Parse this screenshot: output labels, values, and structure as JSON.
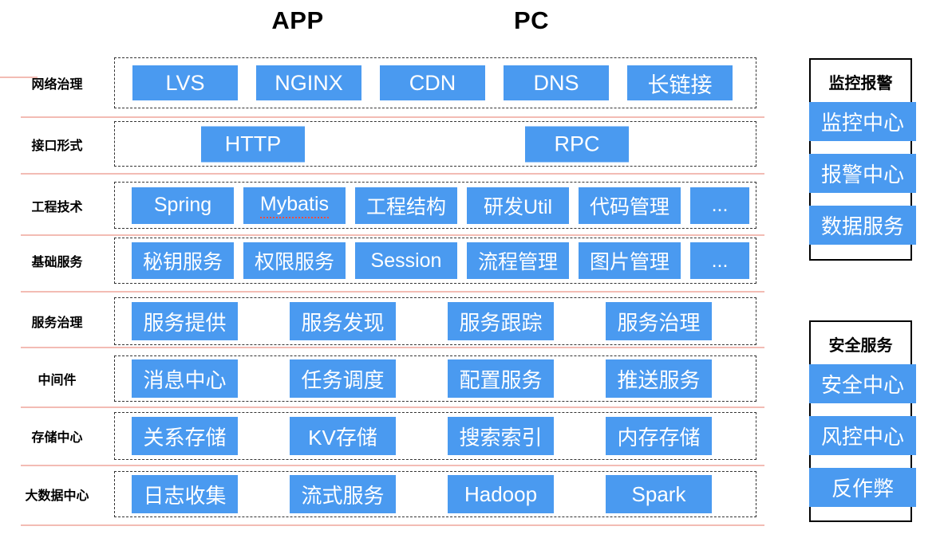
{
  "header": {
    "clients": [
      "APP",
      "PC"
    ]
  },
  "colors": {
    "chip_blue": "#4A9AF0",
    "separator_pink": "#F3BCB4",
    "panel_border": "#000000",
    "text_on_chip": "#FFFFFF"
  },
  "rows": [
    {
      "label": "网络治理",
      "items": [
        "LVS",
        "NGINX",
        "CDN",
        "DNS",
        "长链接"
      ]
    },
    {
      "label": "接口形式",
      "items": [
        "HTTP",
        "RPC"
      ]
    },
    {
      "label": "工程技术",
      "items": [
        "Spring",
        "Mybatis",
        "工程结构",
        "研发Util",
        "代码管理",
        "..."
      ]
    },
    {
      "label": "基础服务",
      "items": [
        "秘钥服务",
        "权限服务",
        "Session",
        "流程管理",
        "图片管理",
        "..."
      ]
    },
    {
      "label": "服务治理",
      "items": [
        "服务提供",
        "服务发现",
        "服务跟踪",
        "服务治理"
      ]
    },
    {
      "label": "中间件",
      "items": [
        "消息中心",
        "任务调度",
        "配置服务",
        "推送服务"
      ]
    },
    {
      "label": "存储中心",
      "items": [
        "关系存储",
        "KV存储",
        "搜索索引",
        "内存存储"
      ]
    },
    {
      "label": "大数据中心",
      "items": [
        "日志收集",
        "流式服务",
        "Hadoop",
        "Spark"
      ]
    }
  ],
  "side_panels": [
    {
      "title": "监控报警",
      "items": [
        "监控中心",
        "报警中心",
        "数据服务"
      ]
    },
    {
      "title": "安全服务",
      "items": [
        "安全中心",
        "风控中心",
        "反作弊"
      ]
    }
  ]
}
